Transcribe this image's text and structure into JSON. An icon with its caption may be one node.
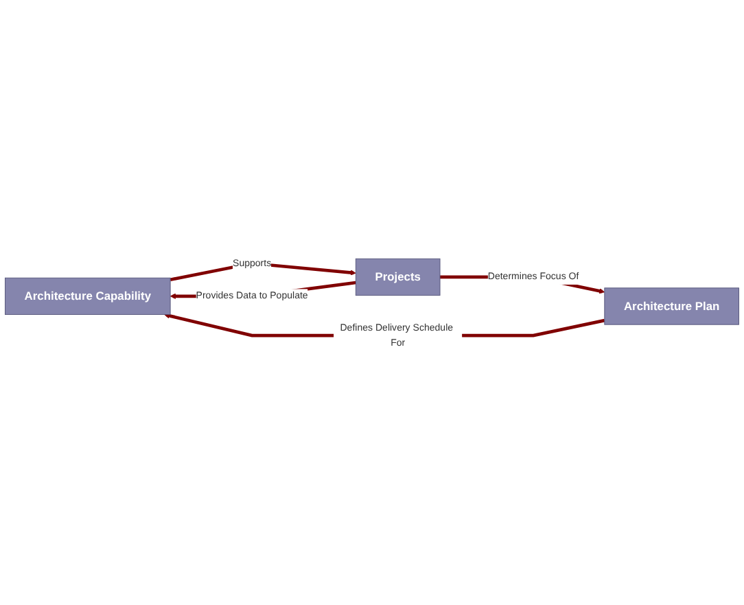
{
  "diagram": {
    "nodes": [
      {
        "text": [
          "Architecture Capability"
        ]
      },
      {
        "text": [
          "Architecture Plan"
        ]
      },
      {
        "text": [
          "Projects"
        ]
      }
    ],
    "edges": [
      {
        "from": 1,
        "to": 0,
        "arrow": "to",
        "label": "Defines Delivery Schedule For"
      },
      {
        "from": 0,
        "to": 2,
        "arrow": "to",
        "label": "Supports"
      },
      {
        "from": 2,
        "to": 0,
        "arrow": "to",
        "label": "Provides Data to Populate"
      },
      {
        "from": 2,
        "to": 1,
        "arrow": "to",
        "label": "Determines Focus Of"
      }
    ]
  }
}
